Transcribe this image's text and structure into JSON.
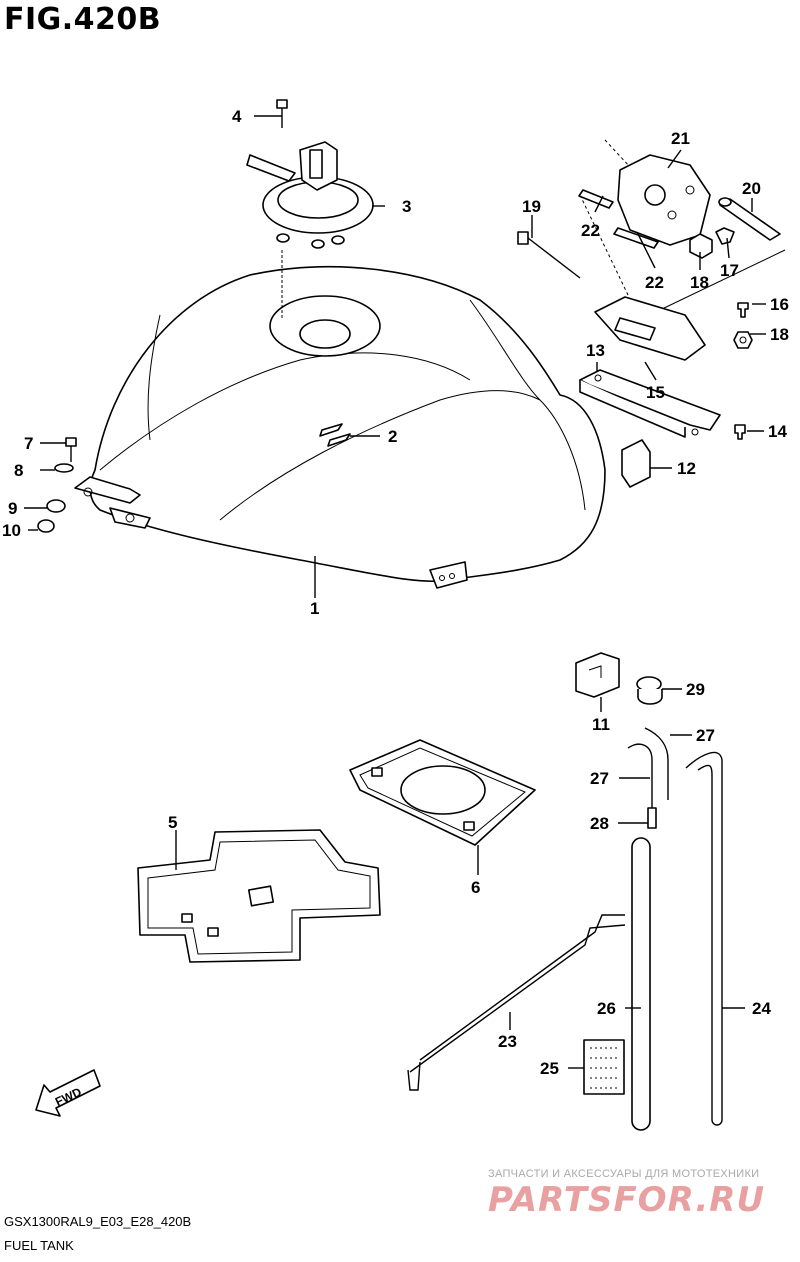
{
  "figure": {
    "title": "FIG.420B",
    "model_code": "GSX1300RAL9_E03_E28_420B",
    "name": "FUEL TANK"
  },
  "callouts": [
    "1",
    "2",
    "3",
    "4",
    "5",
    "6",
    "7",
    "8",
    "9",
    "10",
    "11",
    "12",
    "13",
    "14",
    "15",
    "16",
    "17",
    "18",
    "18",
    "19",
    "20",
    "21",
    "22",
    "22",
    "23",
    "24",
    "25",
    "26",
    "27",
    "27",
    "28",
    "29"
  ],
  "direction_marker": {
    "label": "FWD",
    "icon": "fwd-arrow-icon"
  },
  "watermark": {
    "tagline": "ЗАПЧАСТИ И АКСЕССУАРЫ ДЛЯ МОТОТЕХНИКИ",
    "logo": "PARTSFOR.RU",
    "color": "#e8a0a0"
  }
}
